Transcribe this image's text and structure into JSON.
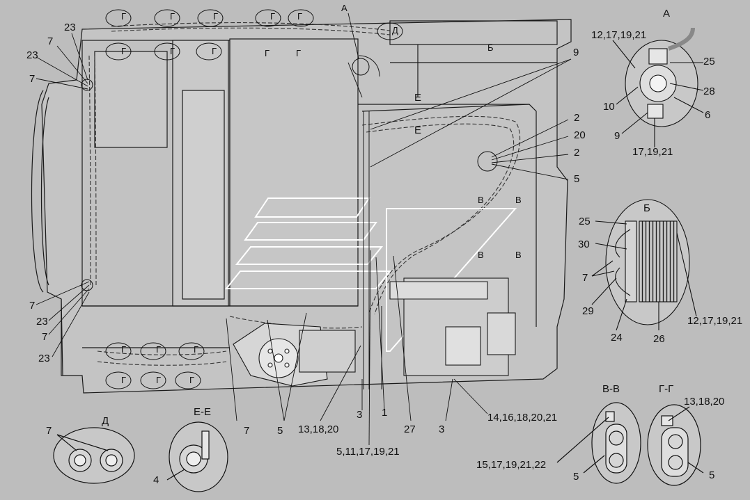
{
  "views": {
    "a": "А",
    "b": "Б",
    "d": "Д",
    "ee": "Е-Е",
    "vv": "В-В",
    "gg": "Г-Г"
  },
  "section_marks": {
    "g": "Г",
    "v": "В",
    "e": "Е",
    "a": "А",
    "d": "Д",
    "b": "Б"
  },
  "callouts": {
    "c23_top": "23",
    "c7_top1": "7",
    "c23_top2": "23",
    "c7_top2": "7",
    "c7_left_bottom": "7",
    "c23_bottom1": "23",
    "c7_bottom2": "7",
    "c23_bottom2": "23",
    "c9": "9",
    "c2a": "2",
    "c20": "20",
    "c2b": "2",
    "c5_main": "5",
    "c7_bottom_mid": "7",
    "c5_bottom_mid": "5",
    "c13_18_20_main": "13,18,20",
    "c3_left": "3",
    "c1": "1",
    "c27": "27",
    "c3_right": "3",
    "c14_16": "14,16,18,20,21",
    "c5_11": "5,11,17,19,21",
    "a_12_17": "12,17,19,21",
    "a_25": "25",
    "a_28": "28",
    "a_10": "10",
    "a_6": "6",
    "a_9": "9",
    "a_17_19": "17,19,21",
    "b_25": "25",
    "b_30": "30",
    "b_7": "7",
    "b_29": "29",
    "b_24": "24",
    "b_26": "26",
    "b_12_17": "12,17,19,21",
    "d_7": "7",
    "ee_4": "4",
    "vv_15": "15,17,19,21,22",
    "vv_5": "5",
    "gg_13": "13,18,20",
    "gg_5": "5"
  }
}
